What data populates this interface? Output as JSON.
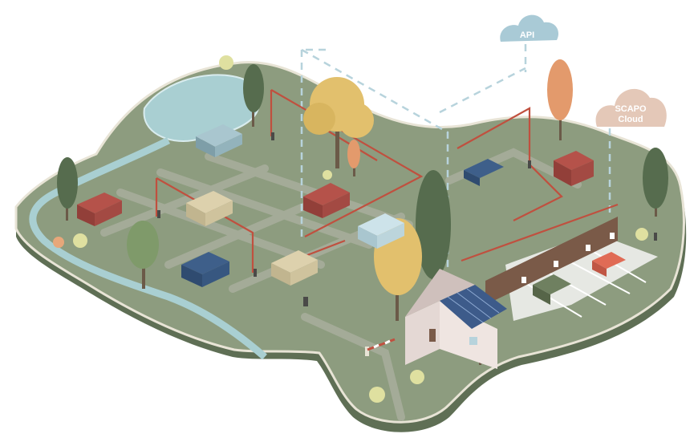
{
  "clouds": {
    "api_label": "API",
    "scapo_line1": "SCAPO",
    "scapo_line2": "Cloud"
  },
  "colors": {
    "island_top": "#8d9c7f",
    "island_side": "#5f6f55",
    "island_edge": "#e8e4d6",
    "water": "#a9cfd2",
    "path": "#a4ab98",
    "parking": "#e6e8e3",
    "power_line": "#c0503f",
    "dashed_line": "#b7d3dc",
    "api_cloud": "#a9cad6",
    "scapo_cloud": "#e4c8b8"
  }
}
